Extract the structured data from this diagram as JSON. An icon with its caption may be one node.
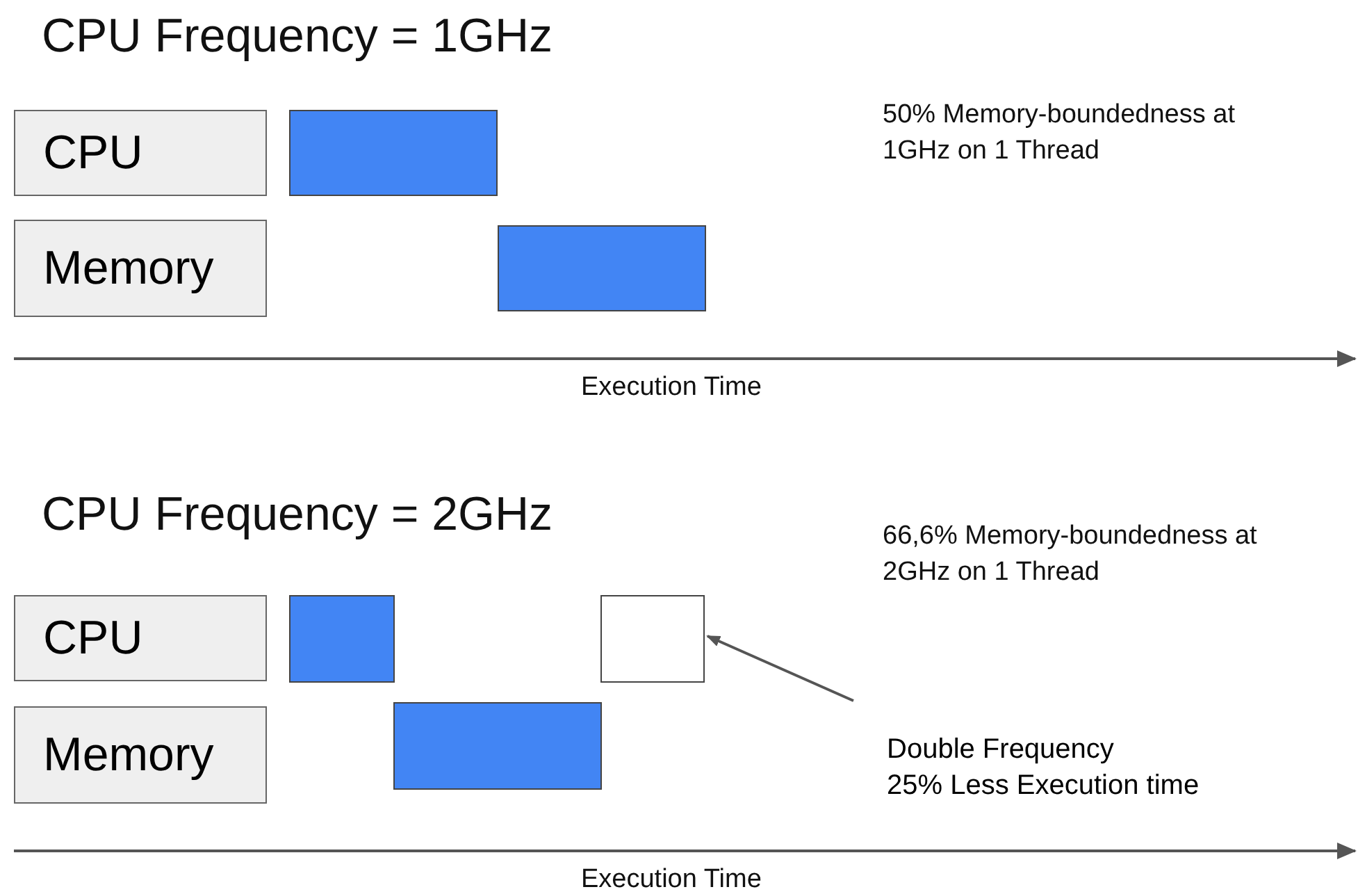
{
  "diagram": {
    "nodes": [
      {
        "text": [
          "CPU"
        ]
      },
      {
        "text": [
          "Memory"
        ]
      },
      {
        "text": [],
        "shape": "bar"
      },
      {
        "text": [],
        "shape": "bar"
      },
      {
        "text": [
          "CPU"
        ]
      },
      {
        "text": [
          "Memory"
        ]
      },
      {
        "text": [],
        "shape": "bar"
      },
      {
        "text": [],
        "shape": "box"
      },
      {
        "text": [],
        "shape": "bar"
      },
      {
        "text": [
          "Double Frequency",
          "25% Less Execution time"
        ]
      }
    ],
    "edges": [
      {
        "from": 9,
        "to": 7,
        "arrow": "to"
      }
    ],
    "labels": [
      "CPU Frequency = 1GHz",
      "50% Memory-boundedness at 1GHz on 1 Thread",
      "Execution Time",
      "CPU Frequency = 2GHz",
      "66,6% Memory-boundedness at 2GHz on 1 Thread",
      "Execution Time"
    ]
  }
}
